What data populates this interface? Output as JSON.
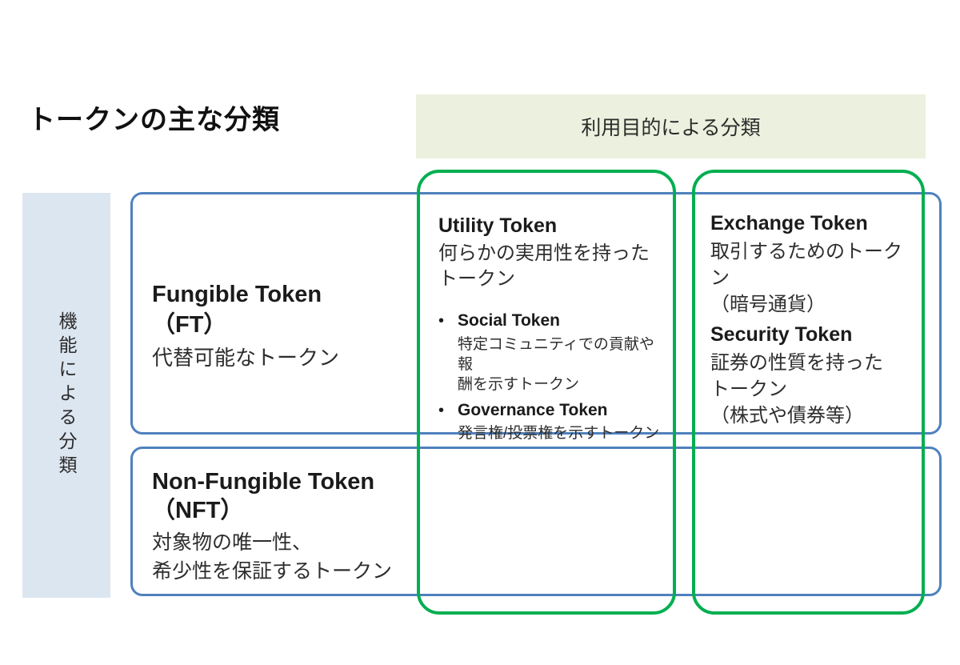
{
  "page": {
    "title": "トークンの主な分類"
  },
  "axes": {
    "purpose_header": "利用目的による分類",
    "function_label": "機能による分類"
  },
  "cells": {
    "fungible": {
      "title": "Fungible Token",
      "code": "（FT）",
      "desc": "代替可能なトークン"
    },
    "non_fungible": {
      "title": "Non-Fungible Token",
      "code": "（NFT）",
      "desc": "対象物の唯一性、\n希少性を保証するトークン"
    },
    "utility": {
      "title": "Utility Token",
      "desc": "何らかの実用性を持った\nトークン",
      "bullets": [
        {
          "marker": "•",
          "title": "Social Token",
          "desc": "特定コミュニティでの貢献や報\n酬を示すトークン"
        },
        {
          "marker": "•",
          "title": "Governance Token",
          "desc": "発言権/投票権を示すトークン"
        }
      ]
    },
    "exchange": {
      "title": "Exchange Token",
      "desc": "取引するためのトークン\n（暗号通貨）"
    },
    "security": {
      "title": "Security Token",
      "desc": "証券の性質を持った\nトークン\n（株式や債券等）"
    }
  },
  "colors": {
    "row_border": "#4F81BD",
    "column_border": "#00AF50",
    "purpose_header_fill": "#EBF1DE",
    "function_label_fill": "#DCE6F1",
    "text": "#222222"
  }
}
